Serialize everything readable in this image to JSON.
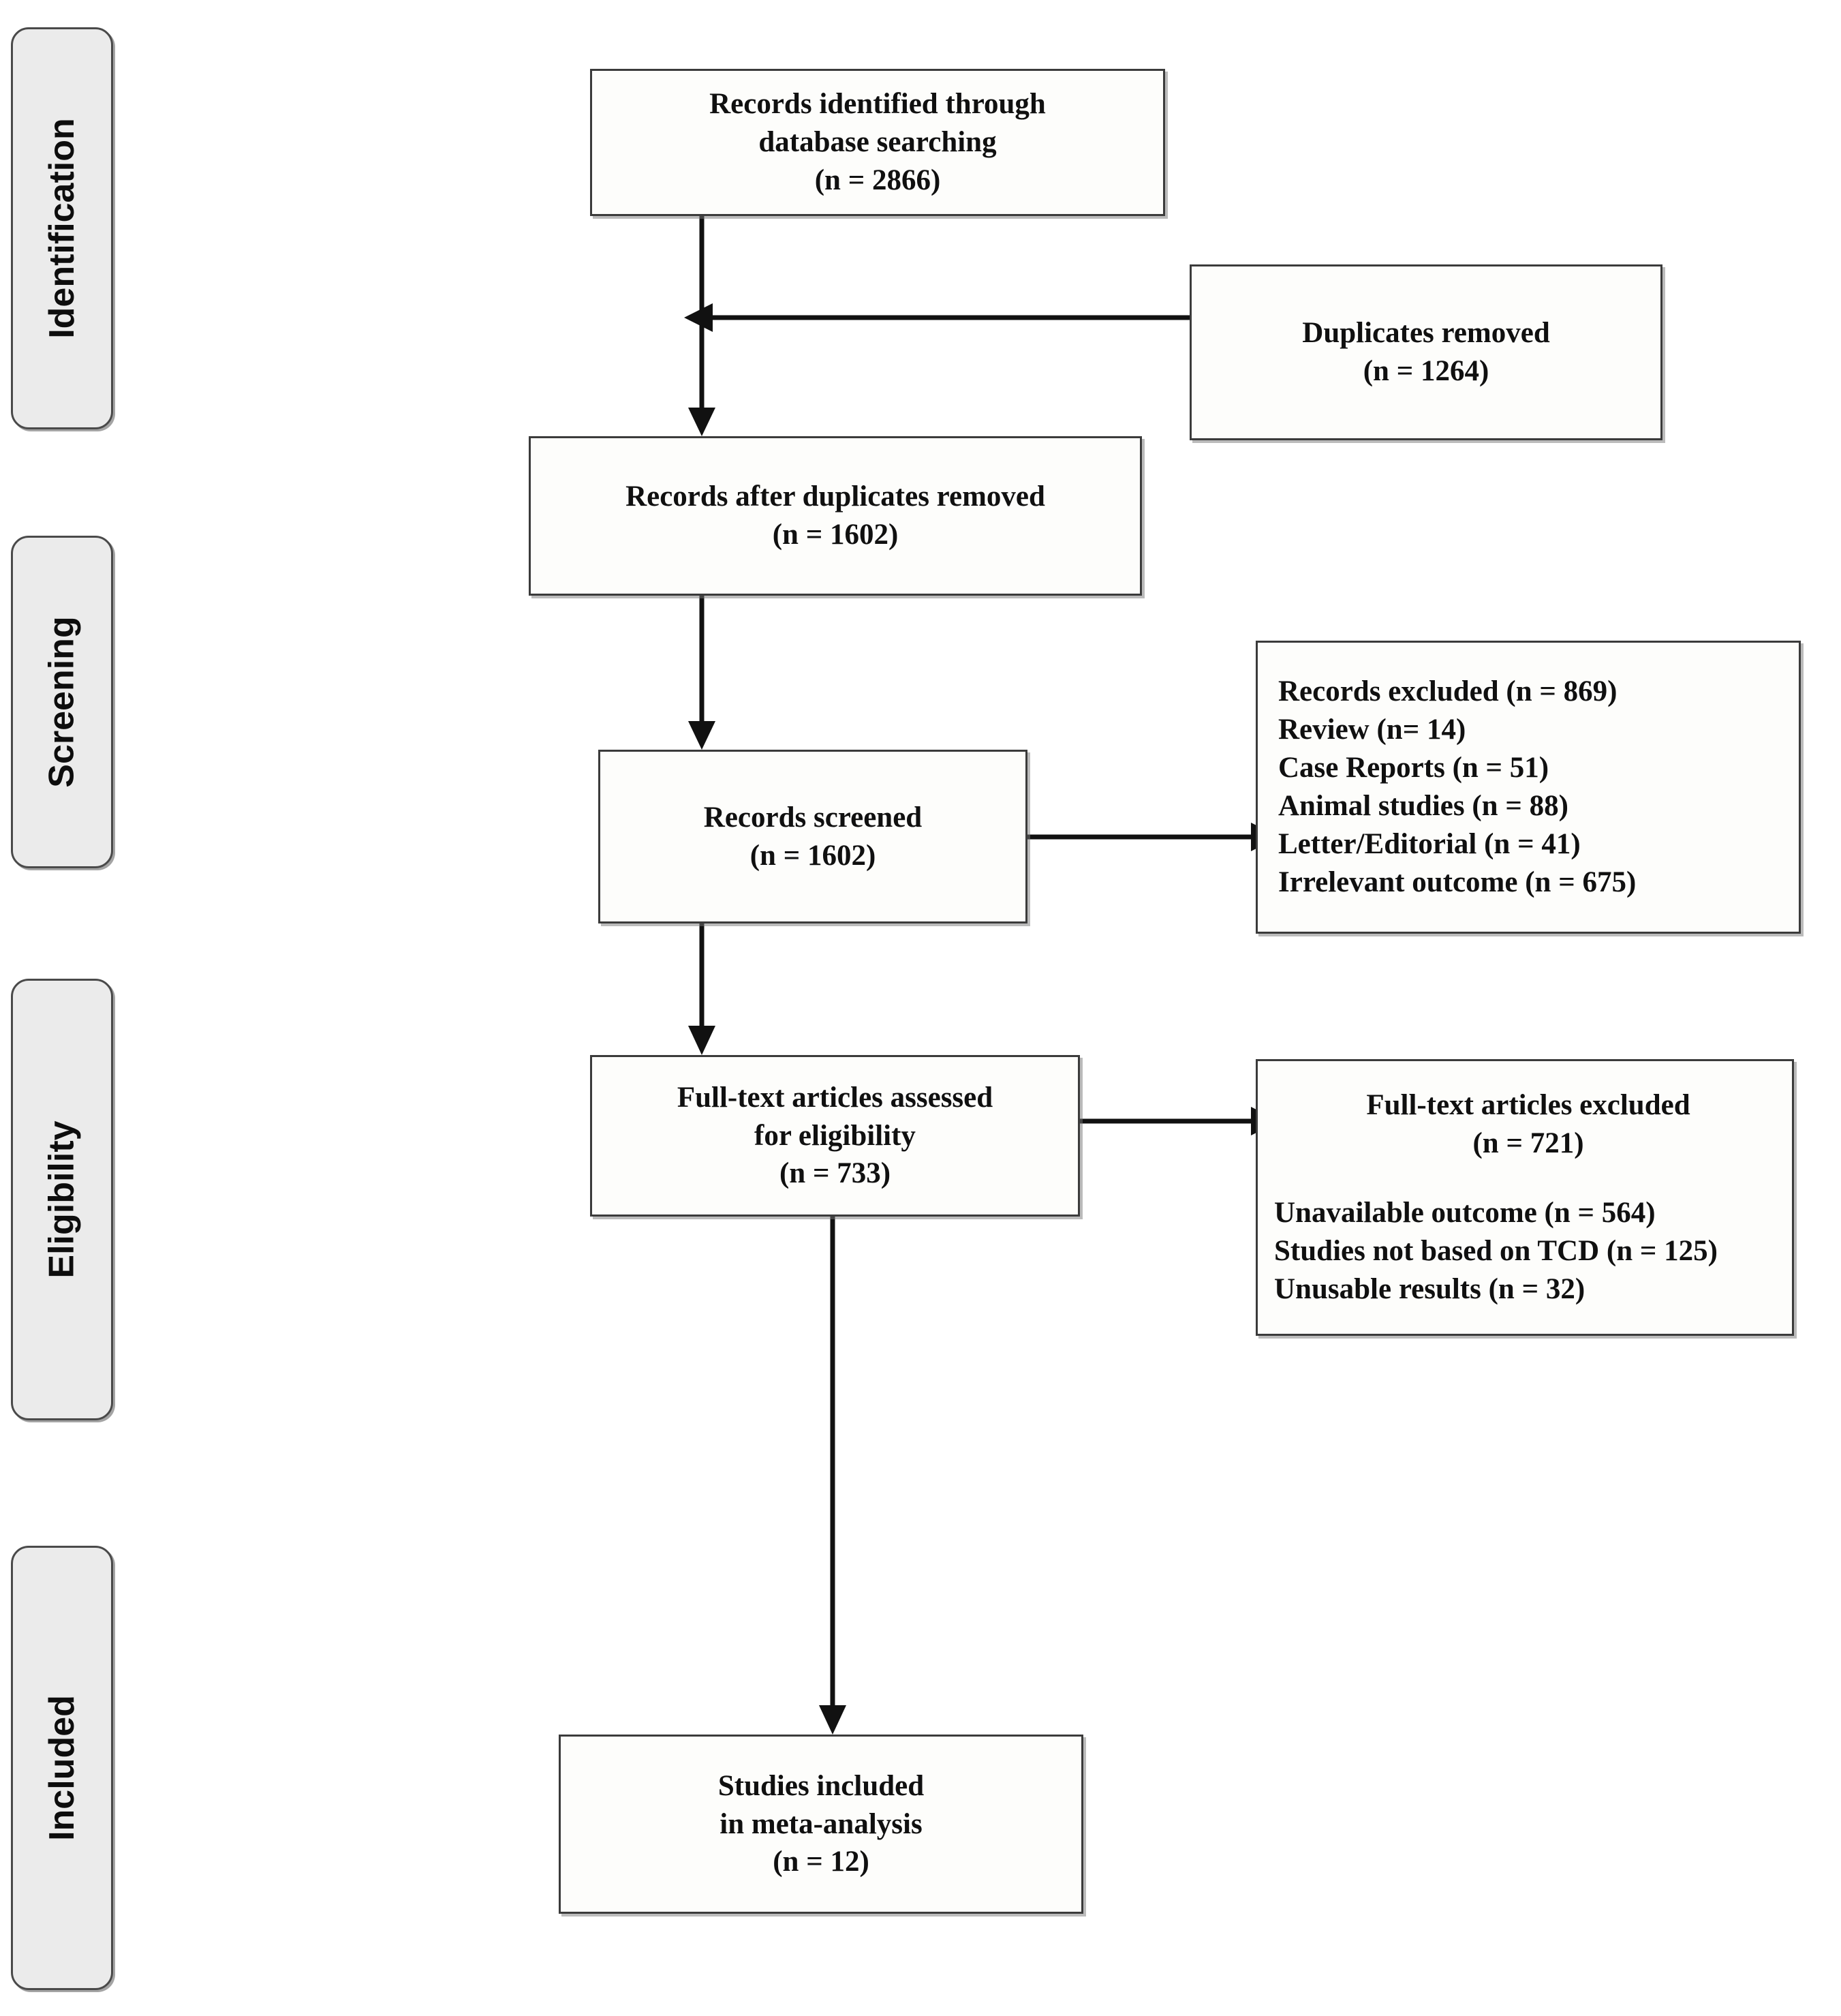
{
  "diagram": {
    "type": "prisma-flow-diagram",
    "stages": [
      {
        "id": "identification",
        "label": "Identification"
      },
      {
        "id": "screening",
        "label": "Screening"
      },
      {
        "id": "eligibility",
        "label": "Eligibility"
      },
      {
        "id": "included",
        "label": "Included"
      }
    ],
    "boxes": {
      "records_identified": {
        "lines": [
          "Records identified through",
          "database searching",
          "(n = 2866)"
        ]
      },
      "duplicates_removed": {
        "lines": [
          "Duplicates removed",
          "(n = 1264)"
        ]
      },
      "records_after_duplicates": {
        "lines": [
          "Records after duplicates removed",
          "(n = 1602)"
        ]
      },
      "records_screened": {
        "lines": [
          "Records screened",
          "(n = 1602)"
        ]
      },
      "records_excluded": {
        "lines": [
          "Records excluded (n = 869)",
          "Review (n= 14)",
          "Case Reports (n = 51)",
          "Animal studies (n = 88)",
          "Letter/Editorial (n = 41)",
          "Irrelevant outcome (n = 675)"
        ]
      },
      "fulltext_assessed": {
        "lines": [
          "Full-text articles assessed",
          "for eligibility",
          "(n = 733)"
        ]
      },
      "fulltext_excluded": {
        "header": [
          "Full-text articles excluded",
          "(n = 721)"
        ],
        "reasons": [
          "Unavailable outcome (n = 564)",
          "Studies not based on TCD (n = 125)",
          "Unusable results (n = 32)"
        ]
      },
      "studies_included": {
        "lines": [
          "Studies included",
          "in meta-analysis",
          "(n = 12)"
        ]
      }
    },
    "colors": {
      "box_border": "#3b3b3b",
      "box_fill": "#fdfdfb",
      "pill_fill": "#ebebeb",
      "pill_border": "#4a4a4a",
      "connector": "#111111",
      "text": "#101010"
    }
  }
}
